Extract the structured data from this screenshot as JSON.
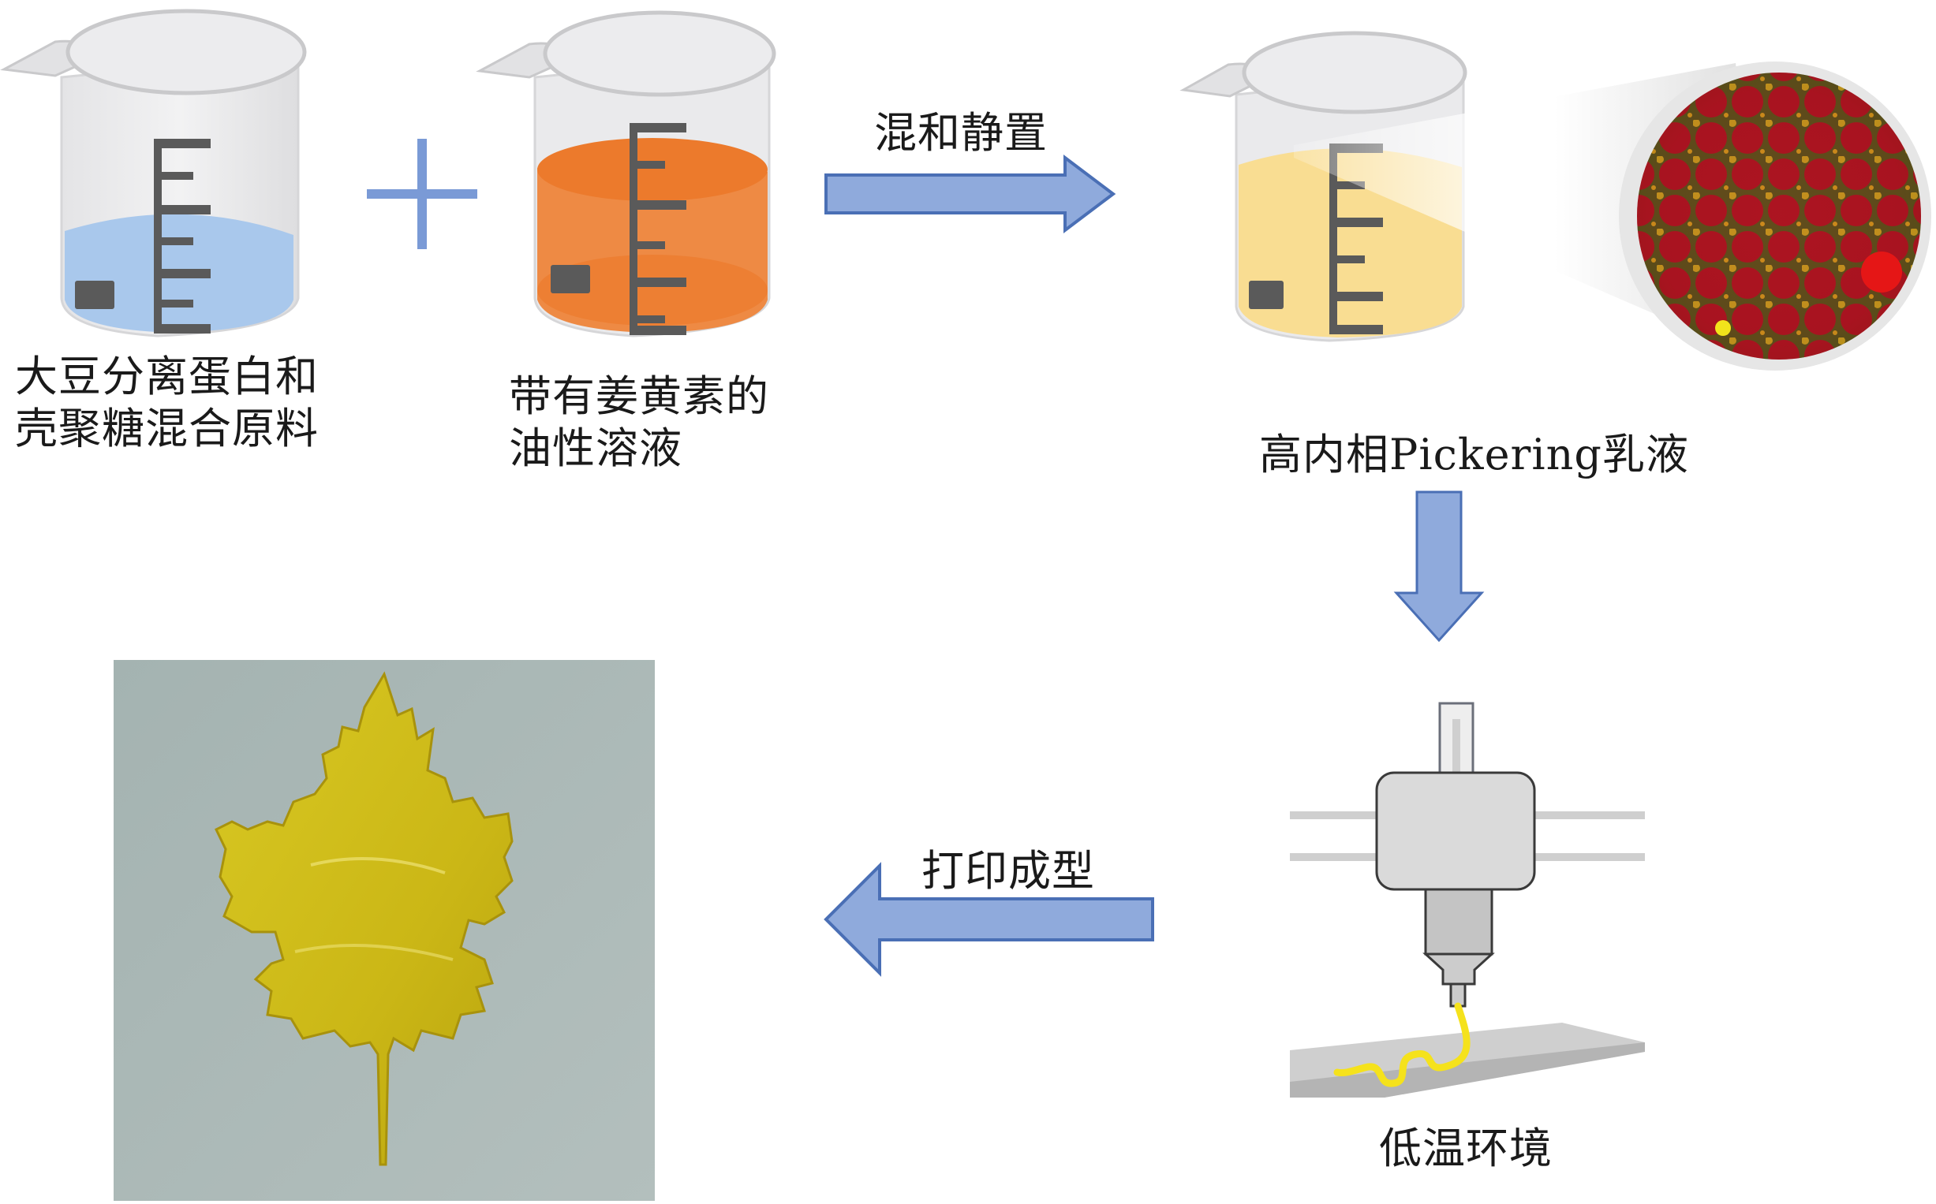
{
  "figure": {
    "steps": [
      {
        "id": "raw-material",
        "label_lines": [
          "大豆分离蛋白和",
          "壳聚糖混合原料"
        ],
        "liquid_color": "#a9c8ec"
      },
      {
        "id": "oil-solution",
        "label_lines": [
          "带有姜黄素的",
          "油性溶液"
        ],
        "liquid_color": "#ee7f33"
      },
      {
        "id": "emulsion",
        "label": "高内相Pickering乳液",
        "liquid_color": "#f9dd92"
      },
      {
        "id": "printing",
        "label": "低温环境"
      },
      {
        "id": "product",
        "description": "3D printed maple leaf"
      }
    ],
    "operators": {
      "plus": "+"
    },
    "arrows": {
      "mix": {
        "label": "混和静置",
        "direction": "right"
      },
      "to_printer": {
        "label": "",
        "direction": "down"
      },
      "print": {
        "label": "打印成型",
        "direction": "left"
      }
    },
    "colors": {
      "arrow_fill": "#8faadc",
      "arrow_stroke": "#4a6fb5",
      "plus": "#7a9ad6",
      "scale_bar": "#5a5a5a",
      "beaker_glass": "#ececee",
      "leaf": "#d4c21a",
      "photo_bg": "#a7b5b2",
      "micro_red": "#b0101c",
      "micro_green": "#4a8a1e",
      "filament": "#f5e21c"
    }
  }
}
